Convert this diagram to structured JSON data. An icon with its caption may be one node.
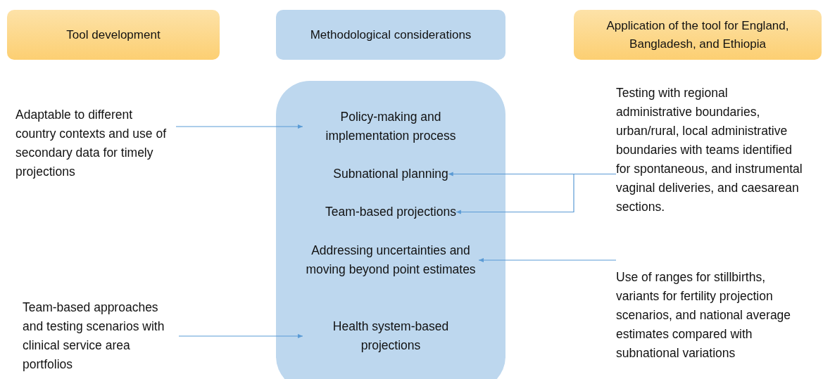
{
  "diagram": {
    "nodes": [
      {
        "text": [
          "Tool development"
        ]
      },
      {
        "text": [
          "Methodological considerations"
        ]
      },
      {
        "text": [
          "Application of the tool for England, Bangladesh, and Ethiopia"
        ]
      },
      {
        "text": [
          "Adaptable to different country contexts and use of secondary data for timely projections"
        ]
      },
      {
        "text": [],
        "shape": "box"
      },
      {
        "text": [
          "Policy-making and implementation process"
        ],
        "in": 4
      },
      {
        "text": [
          "Subnational planning"
        ],
        "in": 4
      },
      {
        "text": [
          "Team-based projections"
        ],
        "in": 4
      },
      {
        "text": [
          "Addressing uncertainties and moving beyond point estimates"
        ],
        "in": 4
      },
      {
        "text": [
          "Health system-based projections"
        ],
        "in": 4
      },
      {
        "text": [
          "Testing with regional administrative boundaries, urban/rural, local administrative boundaries with teams identified for spontaneous, and instrumental vaginal deliveries, and caesarean sections."
        ]
      },
      {
        "text": [
          "Team-based approaches and testing scenarios with clinical service area portfolios"
        ]
      },
      {
        "text": [
          "Use of ranges for stillbirths, variants for fertility projection scenarios, and national average estimates compared with subnational variations"
        ]
      }
    ],
    "edges": [
      {
        "from": 3,
        "to": 5,
        "arrow": "to"
      },
      {
        "from": 10,
        "to": 6,
        "arrow": "to"
      },
      {
        "from": 10,
        "to": 7,
        "arrow": "to"
      },
      {
        "from": 12,
        "to": 8,
        "arrow": "to"
      },
      {
        "from": 11,
        "to": 9,
        "arrow": "to"
      }
    ]
  }
}
